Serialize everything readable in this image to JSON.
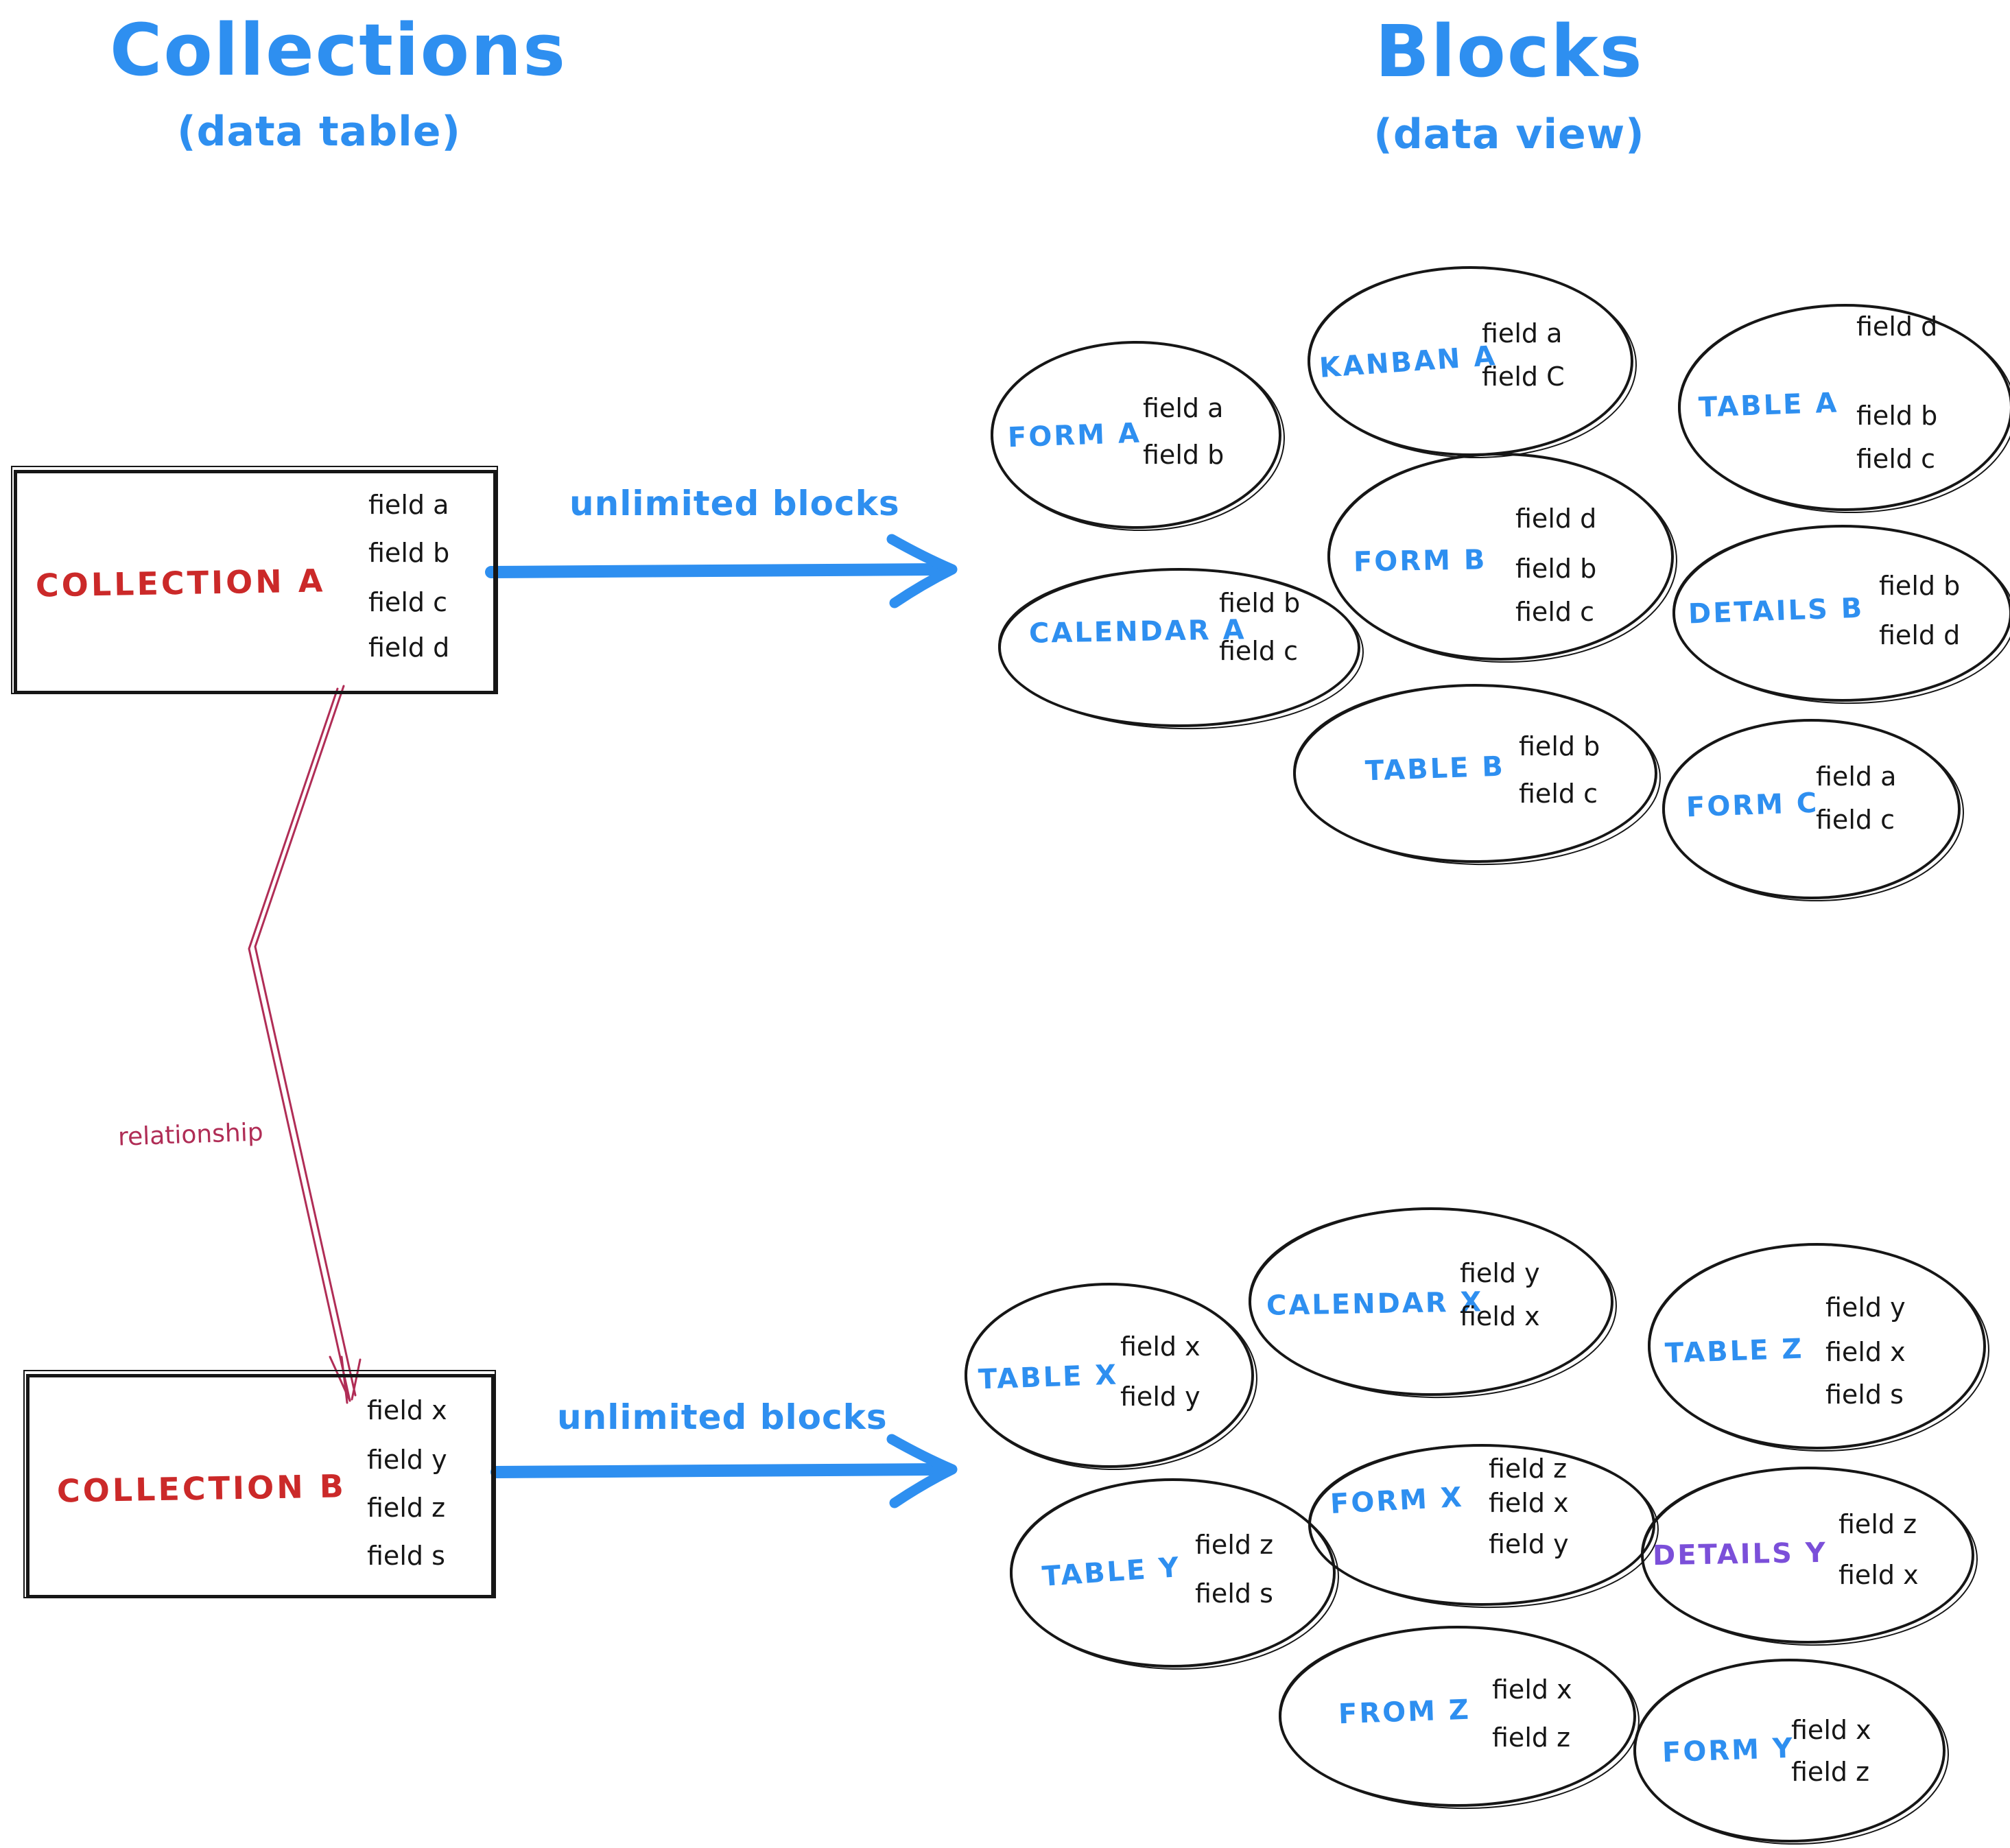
{
  "page": {
    "left_header": {
      "title": "Collections",
      "subtitle": "(data table)"
    },
    "right_header": {
      "title": "Blocks",
      "subtitle": "(data view)"
    }
  },
  "colors": {
    "accent_blue": "#2e8ff0",
    "collection_red": "#cb2929",
    "relationship_crimson": "#b02d56",
    "details_purple": "#7b4fd9",
    "ink": "#161616"
  },
  "collections": [
    {
      "name": "COLLECTION A",
      "fields": [
        "field a",
        "field b",
        "field c",
        "field d"
      ],
      "arrow_label": "unlimited blocks"
    },
    {
      "name": "COLLECTION B",
      "fields": [
        "field x",
        "field y",
        "field z",
        "field s"
      ],
      "arrow_label": "unlimited blocks"
    }
  ],
  "relationship_label": "relationship",
  "blocks": [
    {
      "id": "form-a",
      "label": "FORM A",
      "fields": [
        "field a",
        "field b"
      ]
    },
    {
      "id": "kanban-a",
      "label": "KANBAN A",
      "fields": [
        "field a",
        "field C"
      ]
    },
    {
      "id": "table-a",
      "label": "TABLE A",
      "fields": [
        "field d",
        "field b",
        "field c"
      ]
    },
    {
      "id": "calendar-a",
      "label": "CALENDAR A",
      "fields": [
        "field b",
        "field c"
      ]
    },
    {
      "id": "form-b",
      "label": "FORM B",
      "fields": [
        "field d",
        "field b",
        "field c"
      ]
    },
    {
      "id": "details-b",
      "label": "DETAILS B",
      "fields": [
        "field b",
        "field d"
      ]
    },
    {
      "id": "table-b",
      "label": "TABLE B",
      "fields": [
        "field b",
        "field c"
      ]
    },
    {
      "id": "form-c",
      "label": "FORM C",
      "fields": [
        "field a",
        "field c"
      ]
    },
    {
      "id": "table-x",
      "label": "TABLE X",
      "fields": [
        "field x",
        "field y"
      ]
    },
    {
      "id": "calendar-x",
      "label": "CALENDAR X",
      "fields": [
        "field y",
        "field x"
      ]
    },
    {
      "id": "table-z",
      "label": "TABLE Z",
      "fields": [
        "field y",
        "field x",
        "field s"
      ]
    },
    {
      "id": "form-x",
      "label": "FORM X",
      "fields": [
        "field z",
        "field x",
        "field y"
      ]
    },
    {
      "id": "table-y",
      "label": "TABLE Y",
      "fields": [
        "field z",
        "field s"
      ]
    },
    {
      "id": "details-y",
      "label": "DETAILS Y",
      "fields": [
        "field z",
        "field x"
      ],
      "label_color": "purple"
    },
    {
      "id": "from-z",
      "label": "FROM Z",
      "fields": [
        "field x",
        "field z"
      ]
    },
    {
      "id": "form-y",
      "label": "FORM Y",
      "fields": [
        "field x",
        "field z"
      ]
    }
  ]
}
